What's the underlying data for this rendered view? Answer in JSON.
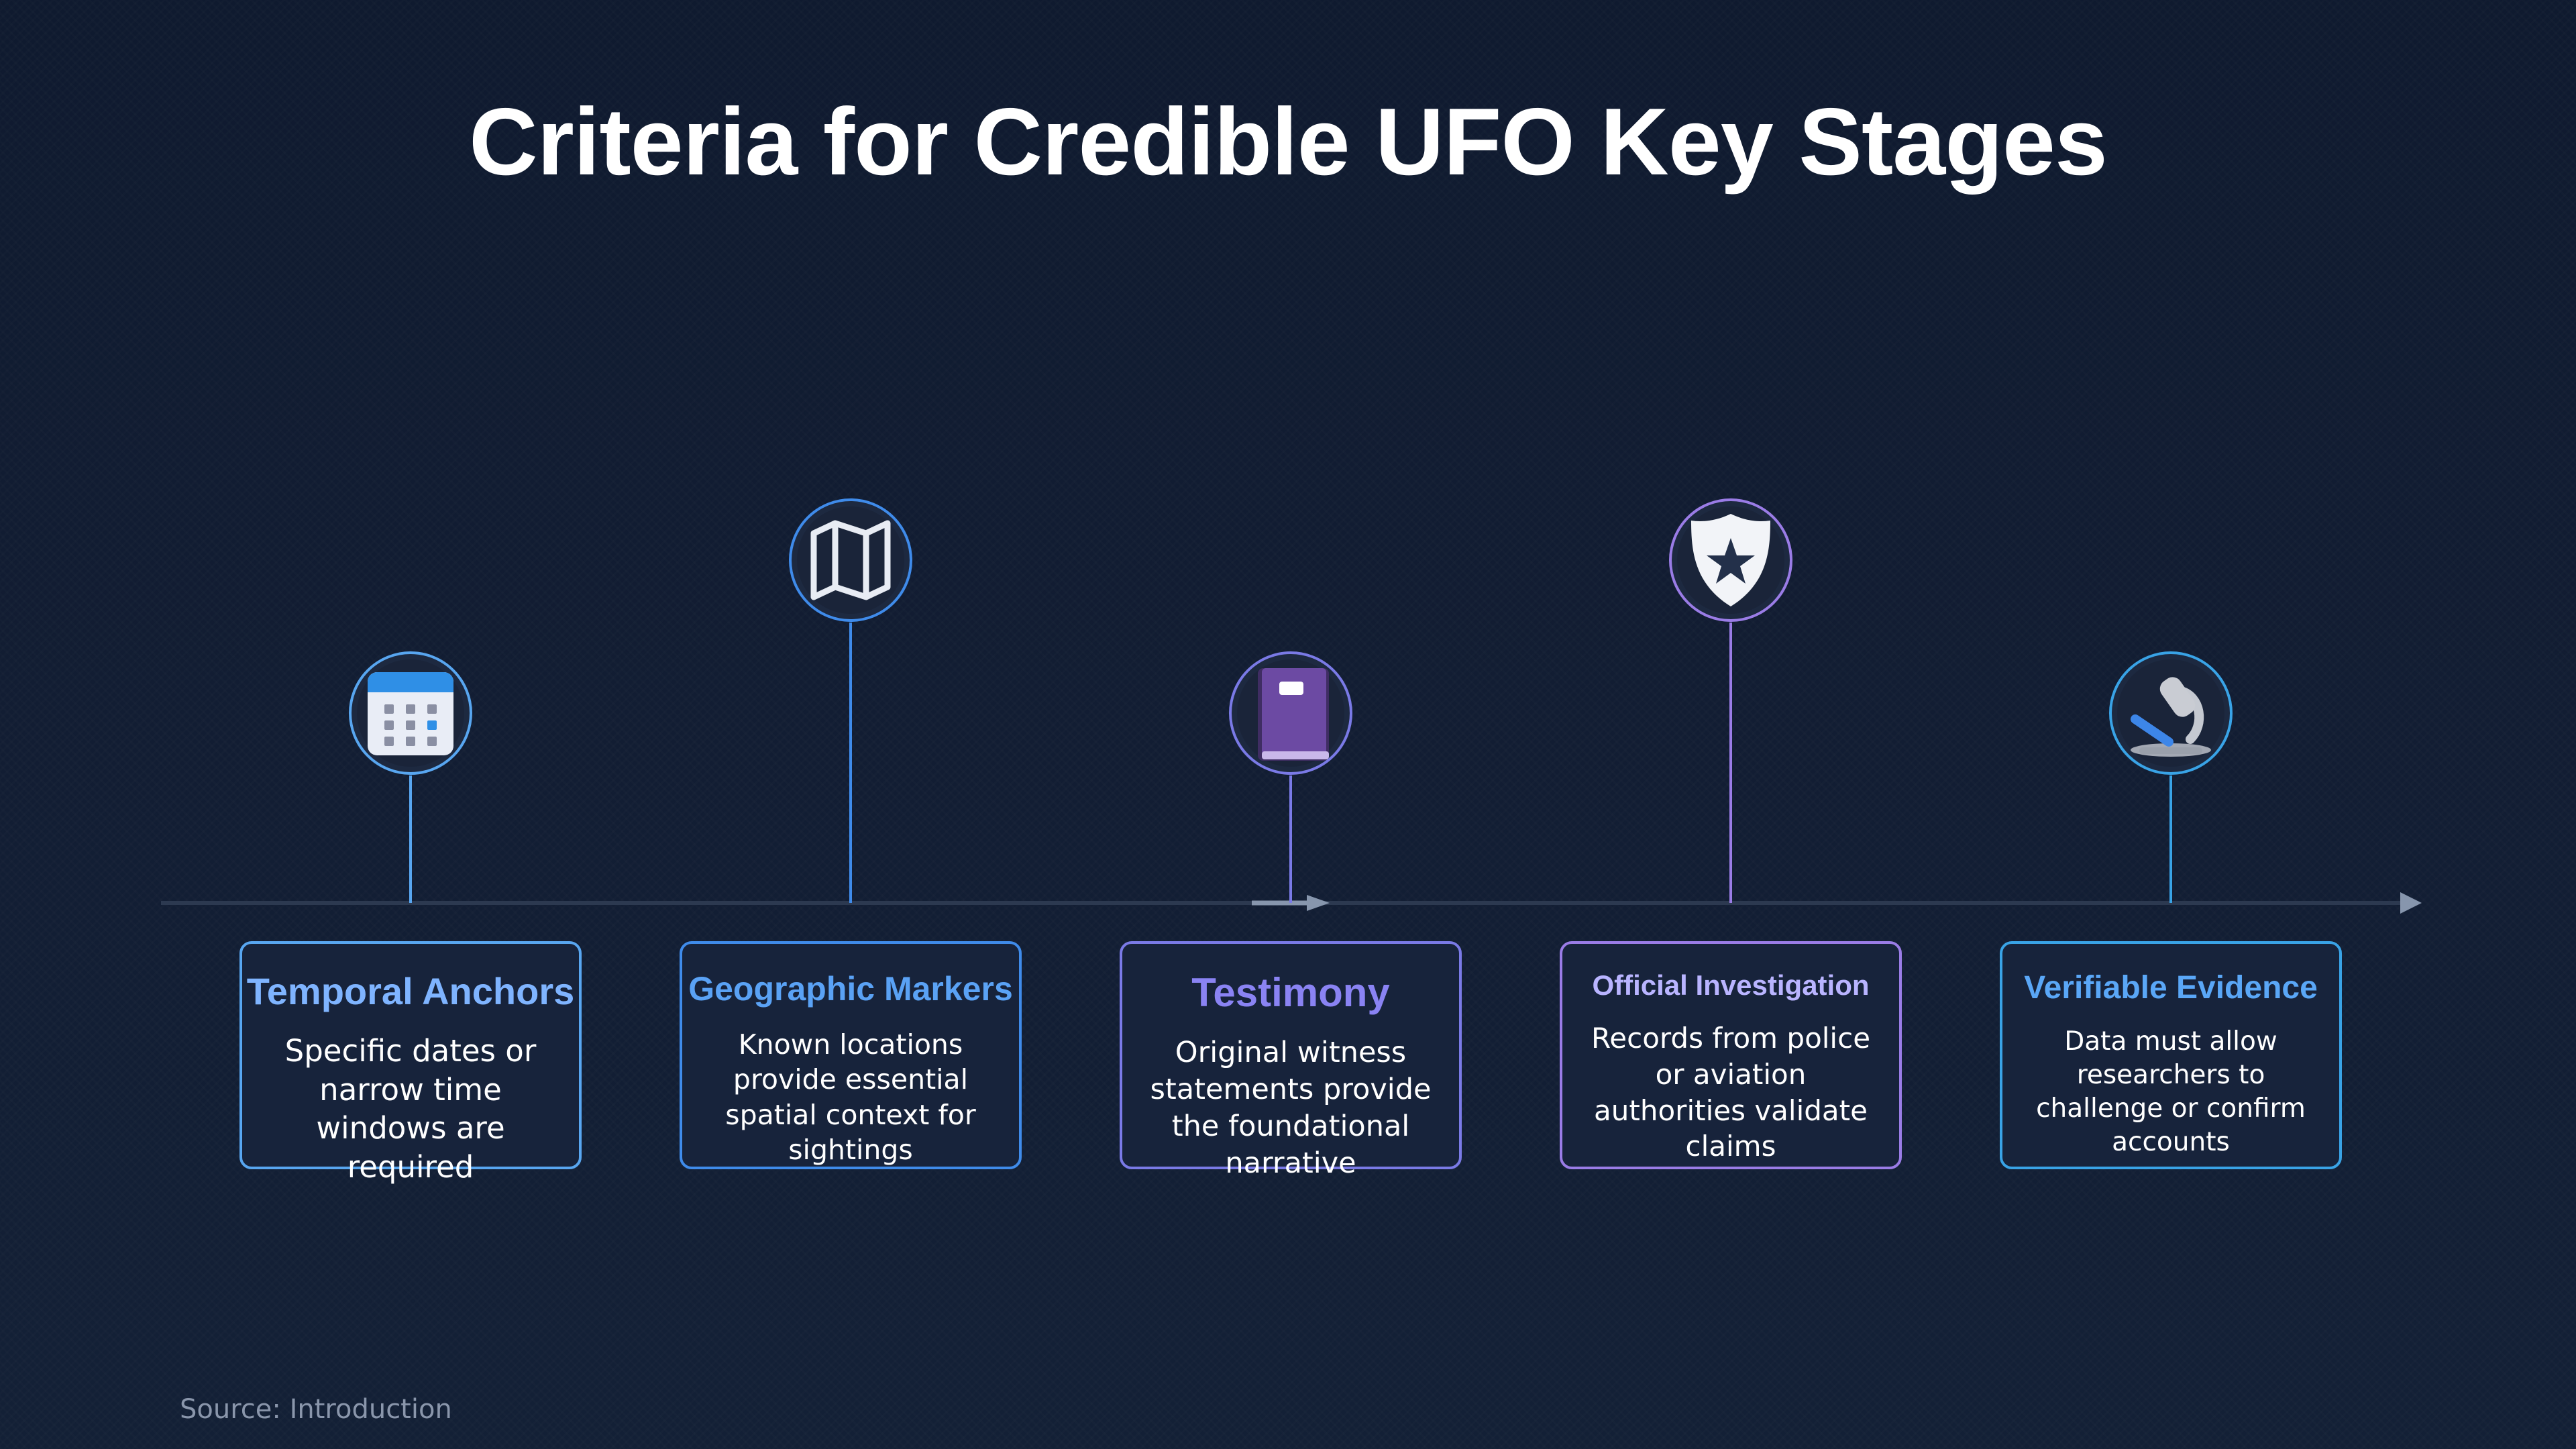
{
  "title": "Criteria for Credible UFO Key Stages",
  "source": "Source: Introduction",
  "colors": {
    "axis": "#2c3950",
    "arrow": "#8796ad",
    "icon_bg": "#1d2940"
  },
  "stages": [
    {
      "title": "Temporal Anchors",
      "description": "Specific dates or narrow time windows are required",
      "icon": "calendar-icon",
      "color": "#7fb4ff",
      "border": "#58a6f0"
    },
    {
      "title": "Geographic Markers",
      "description": "Known locations provide essential spatial context for sightings",
      "icon": "map-icon",
      "color": "#5aa2f5",
      "border": "#3f8bea"
    },
    {
      "title": "Testimony",
      "description": "Original witness statements provide the foundational narrative",
      "icon": "book-icon",
      "color": "#8a83f3",
      "border": "#7a7ae6"
    },
    {
      "title": "Official Investigation",
      "description": "Records from police or aviation authorities validate claims",
      "icon": "police-badge-icon",
      "color": "#b9b4ff",
      "border": "#9a7ce6"
    },
    {
      "title": "Verifiable Evidence",
      "description": "Data must allow researchers to challenge or confirm accounts",
      "icon": "microscope-icon",
      "color": "#5aa7f7",
      "border": "#39a3e6"
    }
  ]
}
